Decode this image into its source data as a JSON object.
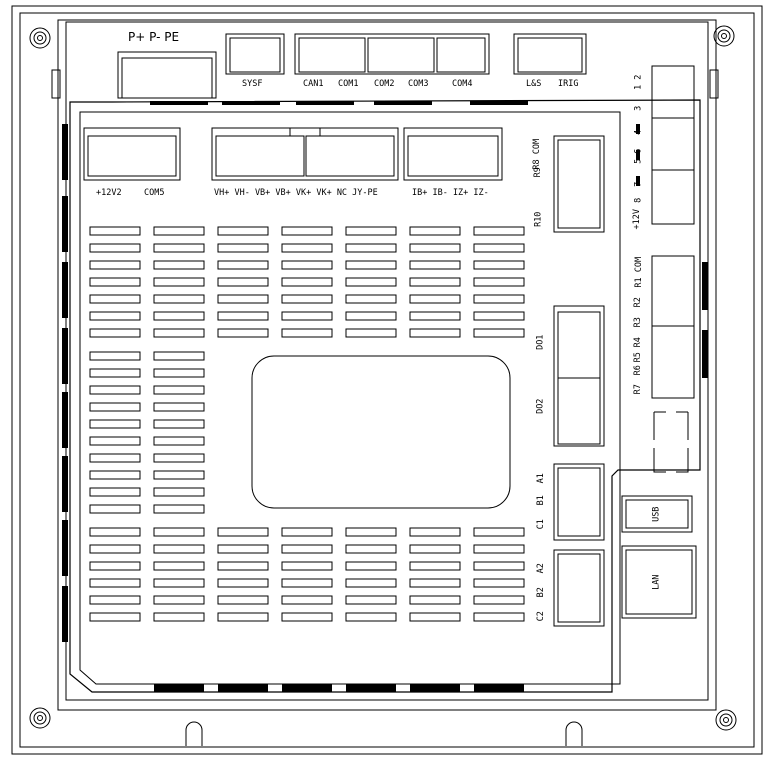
{
  "power": {
    "label": "P+  P-  PE"
  },
  "top_connectors": {
    "sysf": "SYSF",
    "can1": "CAN1",
    "com1": "COM1",
    "com2": "COM2",
    "com3": "COM3",
    "com4": "COM4",
    "ls": "L&S",
    "irig": "IRIG"
  },
  "inner_row": {
    "p12v2": "+12V2",
    "com5": "COM5",
    "voltage": "VH+ VH- VB+ VB+ VK+ VK+ NC JY-PE",
    "current": "IB+ IB- IZ+ IZ-"
  },
  "relay_labels": {
    "r8com": "R8 COM",
    "r9": "R9",
    "r10": "R10",
    "r1com": "R1 COM",
    "r2": "R2",
    "r3": "R3",
    "r4": "R4",
    "r5": "R5",
    "r6": "R6",
    "r7": "R7"
  },
  "right_numbers": {
    "n12": "1 2",
    "n3": "3",
    "n4": "4",
    "n56": "5 6",
    "n7": "7",
    "n8": "8",
    "p12v": "+12V"
  },
  "do_labels": {
    "do1": "DO1",
    "do2": "DO2"
  },
  "port_labels": {
    "a1": "A1",
    "b1": "B1",
    "c1": "C1",
    "a2": "A2",
    "b2": "B2",
    "c2": "C2"
  },
  "usb": "USB",
  "lan": "LAN"
}
